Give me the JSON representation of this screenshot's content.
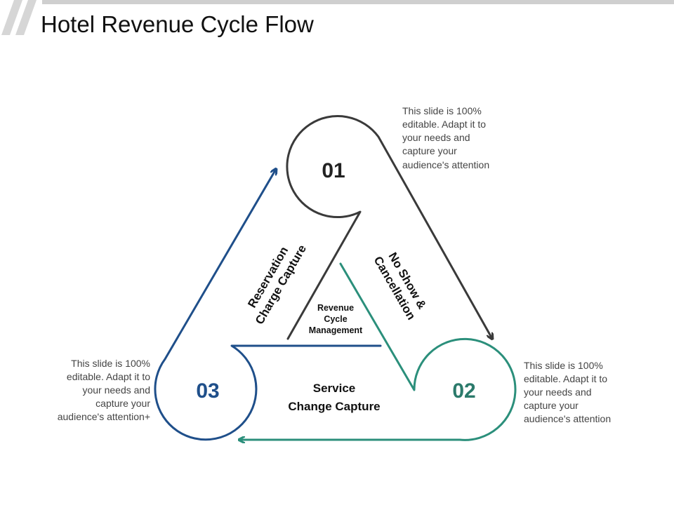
{
  "title": "Hotel Revenue Cycle Flow",
  "steps": [
    {
      "number": "01",
      "color": "#3a3a3a"
    },
    {
      "number": "02",
      "color": "#2b8f7b"
    },
    {
      "number": "03",
      "color": "#1f4f8a"
    }
  ],
  "edges": {
    "left": {
      "lines": [
        "Reservation",
        "Charge Capture"
      ]
    },
    "right": {
      "lines": [
        "No Show &",
        "Cancellation"
      ]
    },
    "bottom": {
      "lines": [
        "Service",
        "Change Capture"
      ]
    }
  },
  "center": {
    "lines": [
      "Revenue",
      "Cycle",
      "Management"
    ]
  },
  "descriptions": {
    "top_right": [
      "This slide is 100%",
      "editable. Adapt it to",
      "your needs and",
      "capture your",
      "audience's attention"
    ],
    "left": [
      "This slide is 100%",
      "editable. Adapt it to",
      "your needs and",
      "capture your",
      "audience's attention+"
    ],
    "right": [
      "This slide is 100%",
      "editable. Adapt it to",
      "your needs and",
      "capture your",
      "audience's attention"
    ]
  },
  "colors": {
    "gray": "#3a3a3a",
    "teal": "#2b8f7b",
    "blue": "#1f4f8a",
    "header_bar": "#cfcfcf"
  }
}
